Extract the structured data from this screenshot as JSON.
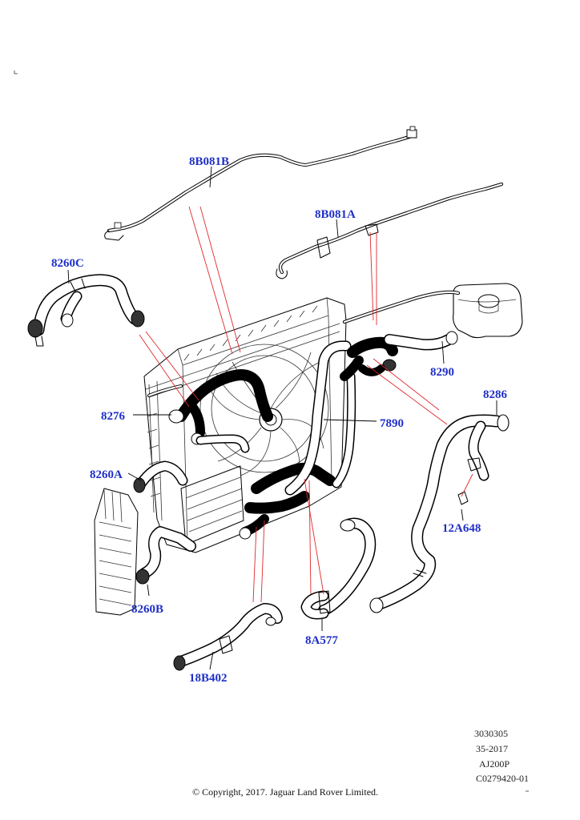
{
  "callouts": {
    "c_8b081b": "8B081B",
    "c_8b081a": "8B081A",
    "c_8260c": "8260C",
    "c_8290": "8290",
    "c_8286": "8286",
    "c_8276": "8276",
    "c_7890": "7890",
    "c_8260a": "8260A",
    "c_12a648": "12A648",
    "c_8260b": "8260B",
    "c_8a577": "8A577",
    "c_18b402": "18B402"
  },
  "footer": {
    "ref_1": "3030305",
    "ref_2": "35-2017",
    "ref_3": "AJ200P",
    "ref_4": "C0279420-01",
    "copyright": "© Copyright, 2017. Jaguar Land Rover Limited."
  },
  "colors": {
    "callout": "#1f2fc8",
    "leader": "#e0282c",
    "line": "#000000"
  }
}
